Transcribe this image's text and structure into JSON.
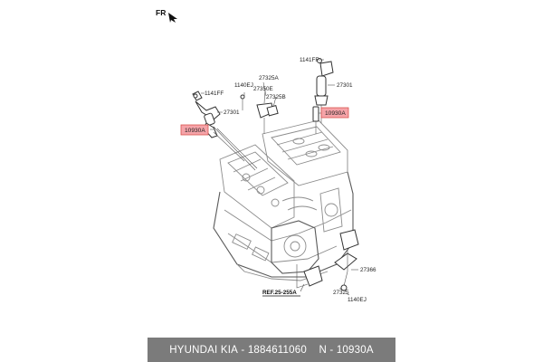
{
  "orientation": {
    "label": "FR"
  },
  "callouts": {
    "c1141ff_left": "1141FF",
    "c27301_left": "27301",
    "c10930a_left": "10930A",
    "c1140ej_top": "1140EJ",
    "c27325a": "27325A",
    "c27350e": "27350E",
    "c27325b": "27325B",
    "c1141ff_right": "1141FF",
    "c27301_right": "27301",
    "c10930a_right": "10930A",
    "c27366": "27366",
    "c27325_bottom": "27325",
    "c1140ej_bottom": "1140EJ",
    "reference": "REF.25-255A"
  },
  "footer": {
    "brand": "HYUNDAI KIA",
    "part_number": "1884611060",
    "code": "N - 10930A"
  },
  "colors": {
    "highlight_fill": "#f5a3a8",
    "highlight_stroke": "#d9534f",
    "footer_bg": "#7b7b7b"
  }
}
